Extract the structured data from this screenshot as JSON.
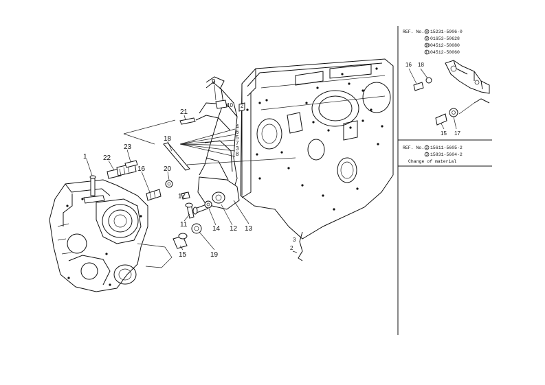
{
  "callouts": {
    "c1": "1",
    "c2": "2",
    "c3": "3",
    "c4": "4",
    "c5": "5",
    "c6": "6",
    "c7": "7",
    "c8": "8",
    "c9": "9",
    "c10": "10",
    "c11": "11",
    "c12": "12",
    "c13": "13",
    "c14": "14",
    "c15": "15",
    "c16": "16",
    "c17": "17",
    "c18": "18",
    "c19": "19",
    "c20": "20",
    "c21": "21",
    "c22": "22",
    "c23": "23",
    "c2b": "2",
    "c3b": "3"
  },
  "sidebar": {
    "ref_block_1": {
      "prefix": "REF. No.",
      "lines": [
        {
          "circle": "8",
          "code": "15231-5906-0"
        },
        {
          "circle": "9",
          "code": "01653-50628"
        },
        {
          "circle": "10",
          "code": "04512-50080"
        },
        {
          "circle": "11",
          "code": "04512-50060"
        }
      ]
    },
    "inset_1_labels": {
      "a": "16",
      "b": "18"
    },
    "inset_2_labels": {
      "a": "15",
      "b": "17"
    },
    "ref_block_2": {
      "prefix": "REF. No.",
      "lines": [
        {
          "circle": "2",
          "code": "15611-5605-2"
        },
        {
          "circle": "3",
          "code": "15831-5604-2"
        }
      ],
      "note": "Change of material"
    }
  }
}
